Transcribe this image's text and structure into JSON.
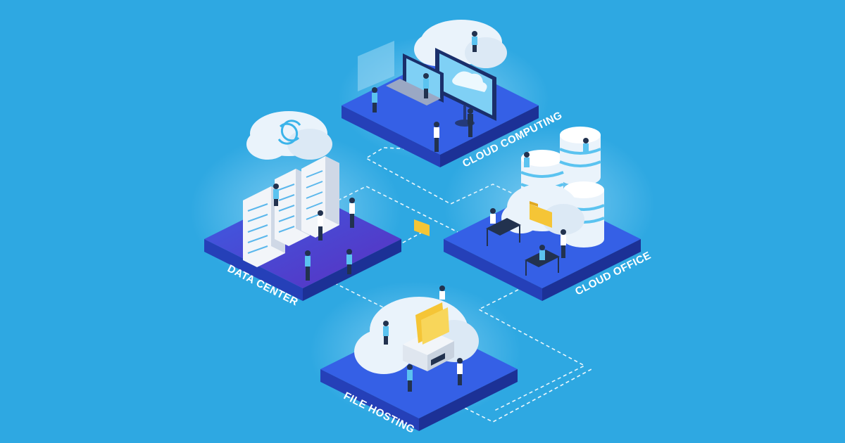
{
  "colors": {
    "background": "#2ea8e2",
    "platform_top": "#2f54e0",
    "platform_side": "#1f36a8",
    "platform_top_purple": "#4a35c8",
    "connector": "#ffffff",
    "cloud": "#eaf3fb",
    "server": "#f2f5f9",
    "folder": "#f5c536"
  },
  "platforms": [
    {
      "id": "cloud-computing",
      "label": "CLOUD COMPUTING",
      "icon": "monitor-cloud-icon"
    },
    {
      "id": "data-center",
      "label": "DATA CENTER",
      "icon": "server-rack-icon"
    },
    {
      "id": "cloud-office",
      "label": "CLOUD OFFICE",
      "icon": "database-stack-icon"
    },
    {
      "id": "file-hosting",
      "label": "FILE HOSTING",
      "icon": "file-cabinet-icon"
    }
  ]
}
